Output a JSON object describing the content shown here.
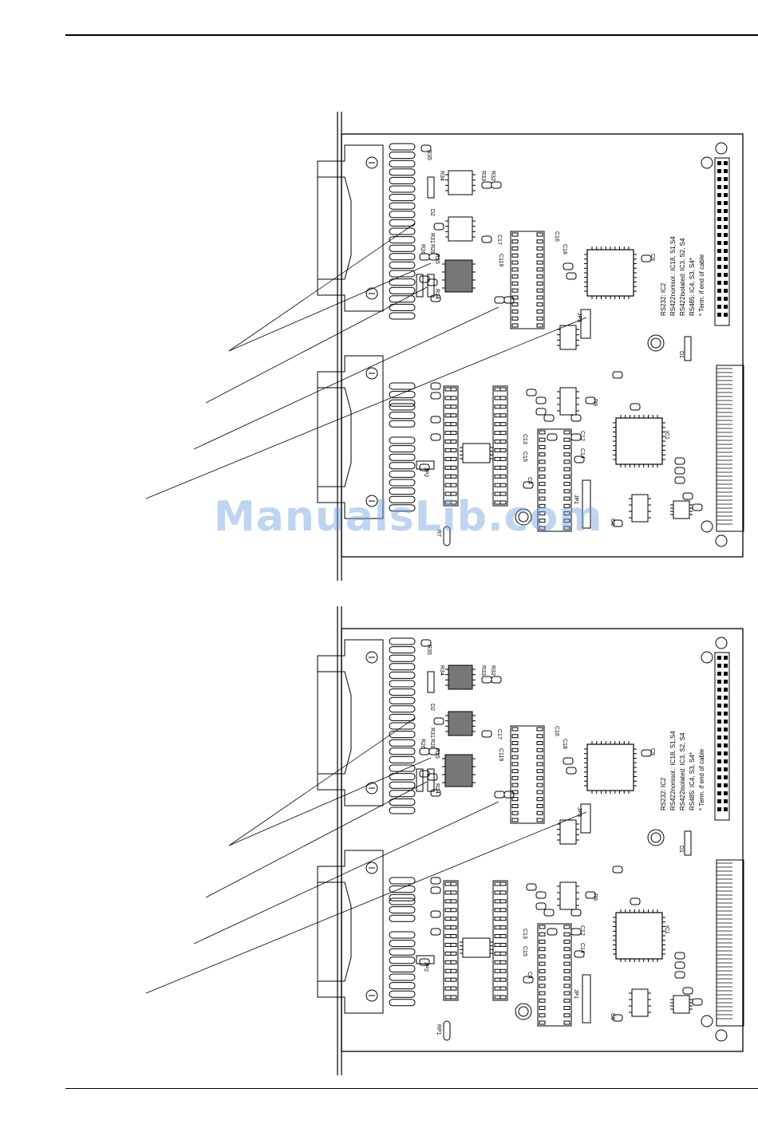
{
  "watermark": "ManualsLib.com",
  "boards": [
    {
      "id": "upper",
      "notes": [
        "RS232: IC2",
        "RS422nonisol.: IC18, S1,S4",
        "RS422isolated: IC3, S2, S4",
        "RS485: IC4, S3, S4*",
        "* Term. if end of cable"
      ],
      "labels": [
        "R35",
        "R34",
        "R33",
        "R32",
        "D2",
        "R31",
        "R26",
        "R28",
        "R25",
        "R24",
        "C17",
        "C119",
        "C16",
        "C18",
        "C9",
        "JP3",
        "D1",
        "C12",
        "C13",
        "C14",
        "C15",
        "C4",
        "JP2",
        "JP1",
        "C6",
        "R9",
        "IC1",
        "R7"
      ]
    },
    {
      "id": "lower",
      "notes": [
        "RS232: IC2",
        "RS422nonisol.: IC18, S1,S4",
        "RS422isolated: IC3, S2, S4",
        "RS485: IC4, S3, S4*",
        "* Term. if end of cable"
      ],
      "labels": [
        "R35",
        "R34",
        "R33",
        "R32",
        "D2",
        "R31",
        "R26",
        "R28",
        "R25",
        "R24",
        "C17",
        "C119",
        "C16",
        "C18",
        "C9",
        "JP3",
        "D1",
        "C12",
        "C13",
        "C14",
        "C15",
        "C4",
        "JP2",
        "JP1",
        "C6",
        "R9",
        "IC1",
        "RP1"
      ]
    }
  ]
}
